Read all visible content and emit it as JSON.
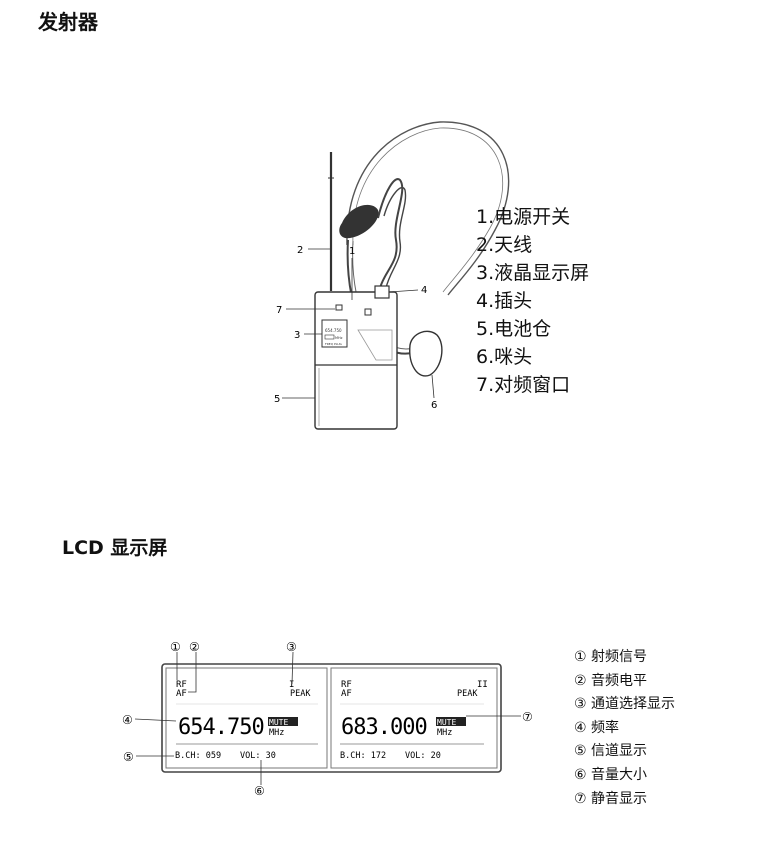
{
  "section1": {
    "title": "发射器",
    "legend": [
      "1.电源开关",
      "2.天线",
      "3.液晶显示屏",
      "4.插头",
      "5.电池仓",
      "6.咪头",
      "7.对频窗口"
    ],
    "callouts": [
      "1",
      "2",
      "3",
      "4",
      "5",
      "6",
      "7"
    ]
  },
  "section2": {
    "title": "LCD 显示屏",
    "legend": [
      "① 射频信号",
      "② 音频电平",
      "③ 通道选择显示",
      "④ 频率",
      "⑤ 信道显示",
      "⑥ 音量大小",
      "⑦ 静音显示"
    ],
    "callouts": [
      "①",
      "②",
      "③",
      "④",
      "⑤",
      "⑥",
      "⑦"
    ],
    "lcd": {
      "left": {
        "rf": "RF",
        "af": "AF",
        "channel": "I",
        "peak": "PEAK",
        "freq": "654.750",
        "mute": "MUTE",
        "unit": "MHz",
        "bch": "B.CH: 059",
        "vol": "VOL: 30"
      },
      "right": {
        "rf": "RF",
        "af": "AF",
        "channel": "II",
        "peak": "PEAK",
        "freq": "683.000",
        "mute": "MUTE",
        "unit": "MHz",
        "bch": "B.CH: 172",
        "vol": "VOL: 20"
      }
    }
  }
}
